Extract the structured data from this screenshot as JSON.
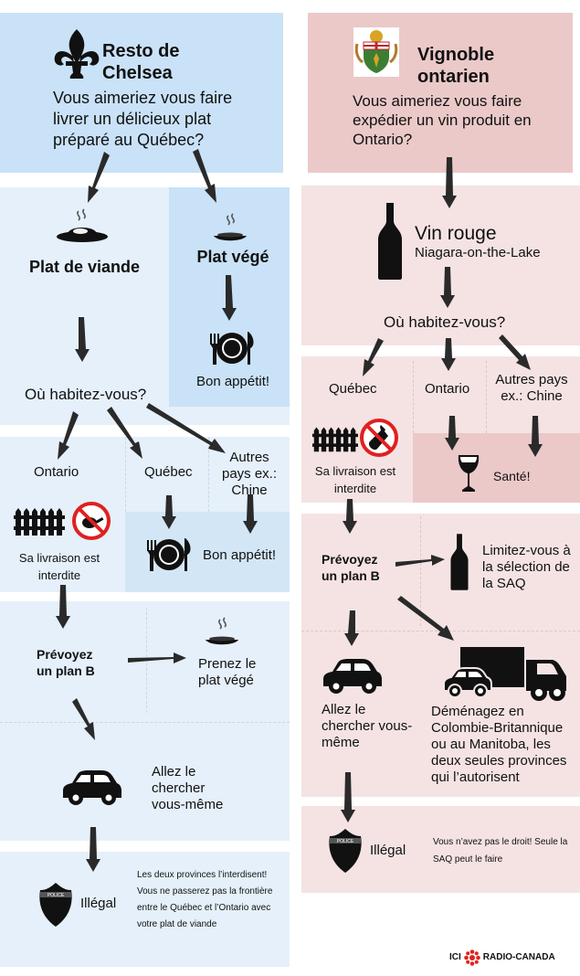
{
  "left": {
    "title": "Resto de Chelsea",
    "question": "Vous aimeriez vous faire livrer un délicieux plat préparé au Québec?",
    "opt_meat": "Plat de viande",
    "opt_veg": "Plat végé",
    "veg_result": "Bon appétit!",
    "where": "Où habitez-vous?",
    "loc_ontario": "Ontario",
    "loc_quebec": "Québec",
    "loc_other": "Autres pays ex.: Chine",
    "other_result": "Bon appétit!",
    "forbidden": "Sa livraison est interdite",
    "plan_b": "Prévoyez un plan B",
    "take_veg": "Prenez le plat végé",
    "fetch_it": "Allez le chercher vous-même",
    "illegal": "Illégal",
    "illegal_note": "Les deux provinces l’interdisent! Vous ne passerez pas la frontière entre le Québec et l’Ontario avec votre plat de viande",
    "police_badge": "POLICE",
    "colors": {
      "header": "#c9e2f7",
      "panel": "#e5f0fa",
      "panel_dark": "#c9e2f7"
    }
  },
  "right": {
    "title": "Vignoble ontarien",
    "question": "Vous aimeriez vous faire expédier un vin produit en Ontario?",
    "wine": "Vin rouge",
    "wine_origin": "Niagara-on-the-Lake",
    "where": "Où habitez-vous?",
    "loc_quebec": "Québec",
    "loc_ontario": "Ontario",
    "loc_other": "Autres pays ex.: Chine",
    "forbidden": "Sa livraison est interdite",
    "cheers": "Santé!",
    "plan_b": "Prévoyez un plan B",
    "limit_saq": "Limitez-vous à la sélection de la SAQ",
    "fetch_it": "Allez le chercher vous-même",
    "move": "Déménagez en Colombie-Britannique ou au Manitoba, les deux seules provinces qui l’autorisent",
    "illegal": "Illégal",
    "illegal_note": "Vous n’avez pas le droit! Seule la SAQ peut le faire",
    "police_badge": "POLICE",
    "colors": {
      "header": "#ebc9c9",
      "panel": "#f5e3e3",
      "panel_dark": "#ebc9c9"
    }
  },
  "footer": {
    "brand_prefix": "ICI",
    "brand": "RADIO-CANADA"
  },
  "icons": [
    "fleur-de-lis-icon",
    "ontario-crest-icon",
    "meat-dish-icon",
    "veg-dish-icon",
    "plate-cutlery-icon",
    "fence-icon",
    "no-sign-icon",
    "car-icon",
    "truck-icon",
    "wine-bottle-icon",
    "wine-glass-icon",
    "police-badge-icon",
    "radio-canada-logo-icon"
  ]
}
